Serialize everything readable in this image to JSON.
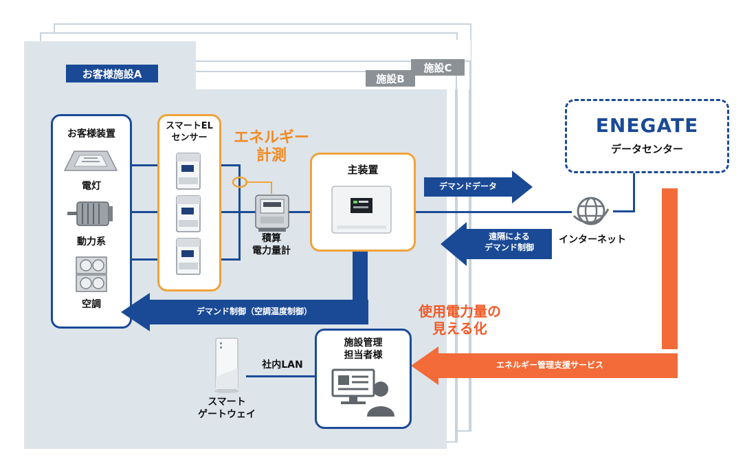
{
  "facility_tags": {
    "a": "お客様施設A",
    "b": "施設B",
    "c": "施設C"
  },
  "customer_equipment": {
    "title": "お客様装置",
    "items": [
      "電灯",
      "動力系",
      "空調"
    ]
  },
  "sensor": {
    "title": "スマートEL\nセンサー"
  },
  "energy_measurement": "エネルギー\n計測",
  "meter_label": "積算\n電力量計",
  "main_device": "主装置",
  "data_center": {
    "logo": "ENEGATE",
    "label": "データセンター"
  },
  "internet": "インターネット",
  "arrows": {
    "demand_data": "デマンドデータ",
    "remote_control": "遠隔による\nデマンド制御",
    "demand_control": "デマンド制御（空調温度制御）",
    "energy_service": "エネルギー管理支援サービス"
  },
  "visualization": "使用電力量の\n見える化",
  "facility_manager": "施設管理\n担当者様",
  "lan": "社内LAN",
  "gateway": "スマート\nゲートウェイ",
  "colors": {
    "navy": "#1a4a96",
    "orange": "#f0a23a",
    "red_orange": "#f05a28",
    "gray": "#8c9196",
    "panel_bg": "#dde4ea"
  }
}
